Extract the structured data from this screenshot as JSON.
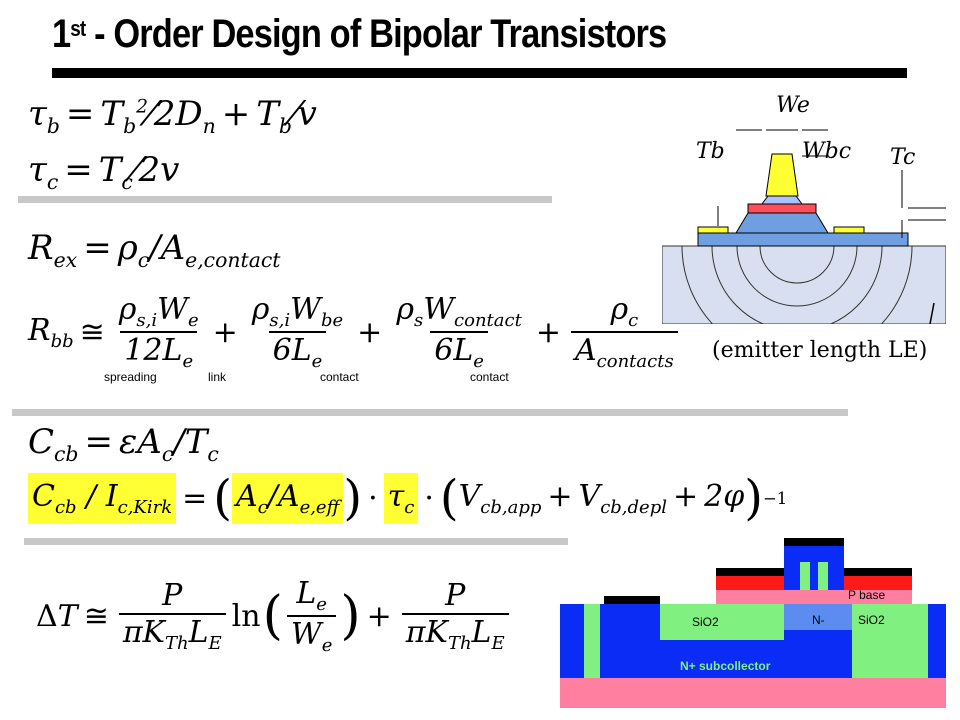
{
  "title": {
    "main": "1",
    "sup": "st",
    "rest": " - Order Design of Bipolar Transistors"
  },
  "equations": {
    "tau_b": "τb = Tb² / 2Dn + Tb / v",
    "tau_c": "τc = Tc / 2v",
    "r_ex": "Rex = ρc / Ae,contact",
    "r_bb": "Rbb ≅ ρs,iWe/12Le + ρs,iWbe/6Le + ρsWcontact/6Le + ρc/Acontacts",
    "c_cb": "Ccb = εAc / Tc",
    "c_cb_kirk": "Ccb / Ic,Kirk = (Ac / Ae,eff) · τc · (Vcb,app + Vcb,depl + 2φ)⁻¹",
    "delta_t": "ΔT ≅ P/πKThLE · ln(Le/We) + P/πKThLE"
  },
  "rbb_terms": {
    "spreading": "spreading",
    "link": "link",
    "contact1": "contact",
    "contact2": "contact"
  },
  "top_diagram": {
    "labels": {
      "we": "We",
      "tb": "Tb",
      "wbc": "Wbc",
      "tc": "Tc"
    },
    "caption": "(emitter length LE)"
  },
  "bottom_diagram": {
    "labels": {
      "p_base": "P base",
      "sio2_left": "SiO2",
      "n_minus": "N-",
      "sio2_right": "SiO2",
      "subcollector": "N+ subcollector"
    }
  },
  "colors": {
    "highlight": "#ffff33",
    "blue": "#0a2cf5",
    "green": "#80f080",
    "pink": "#ff7fa0",
    "red": "#ff1a1a",
    "diagram_blue": "#6f9fe0"
  }
}
